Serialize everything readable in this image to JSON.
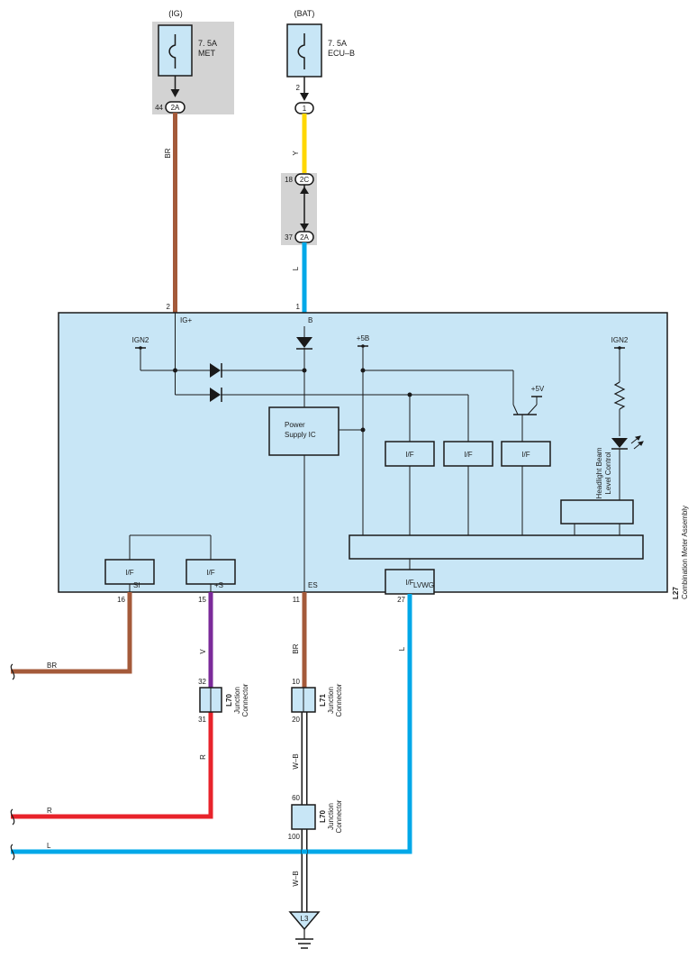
{
  "colors": {
    "background": "#ffffff",
    "panel_gray": "#d3d3d3",
    "assembly_fill": "#c8e6f6",
    "wire_br": "#a45a3a",
    "wire_y": "#ffd700",
    "wire_l": "#00a8e8",
    "wire_v": "#7b2a9a",
    "wire_r": "#e8232b",
    "wire_wb": "#ffffff"
  },
  "fuses": {
    "ig": {
      "source": "(IG)",
      "rating": "7. 5A",
      "name": "MET",
      "connector_pin": "44",
      "connector": "2A"
    },
    "bat": {
      "source": "(BAT)",
      "rating": "7. 5A",
      "name": "ECU–B",
      "pin": "2",
      "connector": "1"
    }
  },
  "junction_2c_2a": {
    "top_pin": "18",
    "top_conn": "2C",
    "bottom_pin": "37",
    "bottom_conn": "2A"
  },
  "wires": {
    "ig_wire": "BR",
    "bat_wire_upper": "Y",
    "bat_wire_lower": "L",
    "si_wire": "BR",
    "plus_s_upper": "V",
    "plus_s_lower": "R",
    "es_upper": "BR",
    "es_mid": "W–B",
    "es_lower": "W–B",
    "lvwg_wire": "L",
    "left_br": "BR",
    "left_r": "R",
    "left_l": "L"
  },
  "assembly": {
    "code": "L27",
    "name": "Combination Meter Assembly",
    "pins_top": [
      {
        "pin": "2",
        "name": "IG+"
      },
      {
        "pin": "1",
        "name": "B"
      }
    ],
    "pins_bottom": [
      {
        "pin": "16",
        "name": "SI"
      },
      {
        "pin": "15",
        "name": "+S"
      },
      {
        "pin": "11",
        "name": "ES"
      },
      {
        "pin": "27",
        "name": "LVWG"
      }
    ],
    "ign2_left": "IGN2",
    "ign2_right": "IGN2",
    "plus5b": "+5B",
    "plus5v": "+5V",
    "power_ic": [
      "Power",
      "Supply IC"
    ],
    "interface": "I/F",
    "headlight": [
      "Headlight Beam",
      "Level Control"
    ]
  },
  "connectors": {
    "l70_upper": {
      "code": "L70",
      "name": [
        "Junction",
        "Connector"
      ],
      "pin_top": "32",
      "pin_bottom": "31"
    },
    "l71": {
      "code": "L71",
      "name": [
        "Junction",
        "Connector"
      ],
      "pin_top": "10",
      "pin_bottom": "20"
    },
    "l70_lower": {
      "code": "L70",
      "name": [
        "Junction",
        "Connector"
      ],
      "pin_top": "60",
      "pin_bottom": "100"
    }
  },
  "ground": {
    "code": "L3"
  }
}
